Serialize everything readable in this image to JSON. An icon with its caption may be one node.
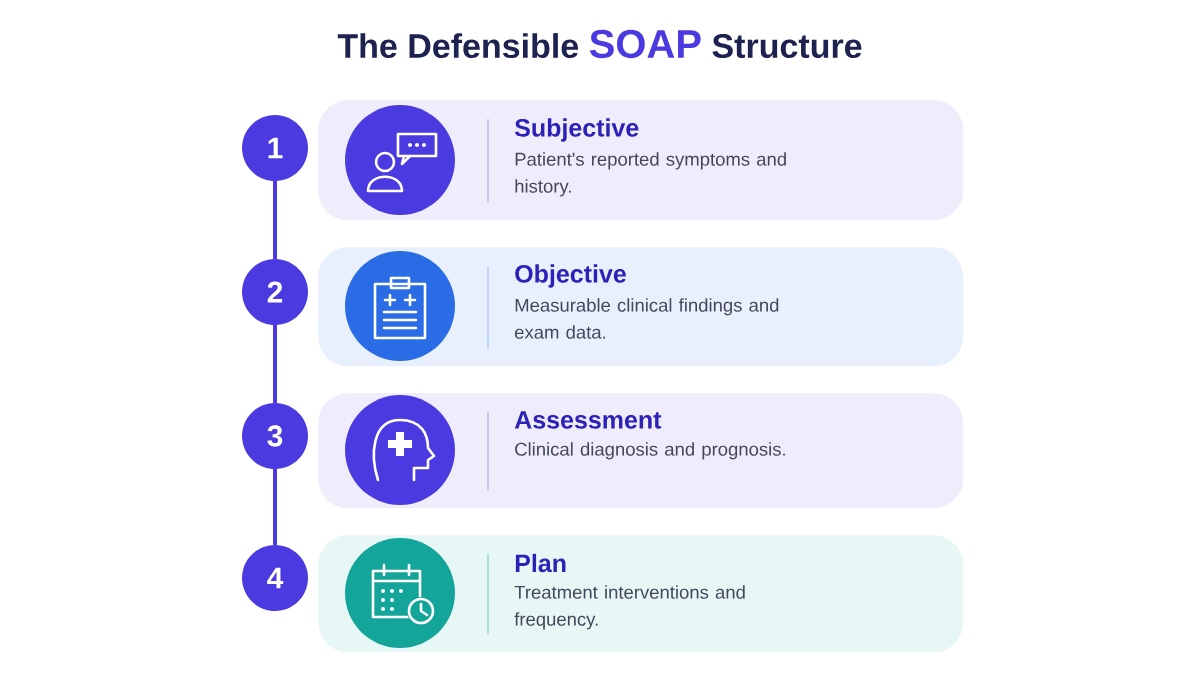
{
  "diagram": {
    "title": "The Defensible **SOAP** Structure",
    "nodes": [
      {
        "text": [
          "1"
        ]
      },
      {
        "text": [
          "Subjective",
          "Patient's reported symptoms and history."
        ]
      },
      {
        "text": [
          "2"
        ]
      },
      {
        "text": [
          "Objective",
          "Measurable clinical findings and exam data."
        ]
      },
      {
        "text": [
          "3"
        ]
      },
      {
        "text": [
          "Assessment",
          "Clinical diagnosis and prognosis."
        ]
      },
      {
        "text": [
          "4"
        ]
      },
      {
        "text": [
          "Plan",
          "Treatment interventions and frequency."
        ]
      }
    ],
    "edges": [
      {
        "from": 0,
        "to": 2,
        "arrow": "none"
      },
      {
        "from": 2,
        "to": 4,
        "arrow": "none"
      },
      {
        "from": 4,
        "to": 6,
        "arrow": "none"
      }
    ]
  }
}
